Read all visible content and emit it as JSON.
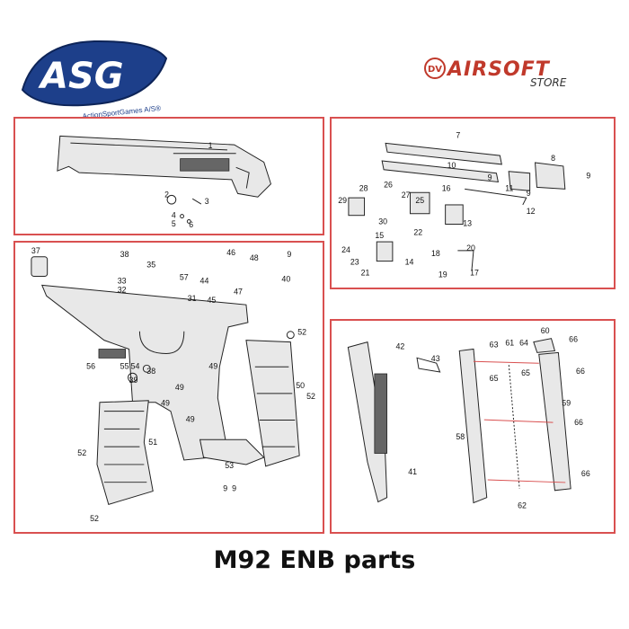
{
  "brand_left": {
    "logo_text": "ASG",
    "tagline": "ActionSportGames A/S®"
  },
  "brand_right": {
    "logo_text": "AIRSOFT",
    "logo_subtext": "STORE",
    "badge": "DV"
  },
  "caption": "M92 ENB parts",
  "panels": {
    "slide": {
      "labels": [
        "1",
        "2",
        "3",
        "4",
        "5",
        "6"
      ]
    },
    "frame": {
      "labels": [
        "37",
        "38",
        "35",
        "33",
        "32",
        "57",
        "44",
        "45",
        "31",
        "46",
        "48",
        "47",
        "9",
        "40",
        "52",
        "56",
        "55",
        "54",
        "38",
        "39",
        "49",
        "49",
        "49",
        "49",
        "50",
        "52",
        "51",
        "52",
        "53",
        "9",
        "9",
        "52"
      ]
    },
    "barrel": {
      "labels": [
        "7",
        "8",
        "9",
        "10",
        "9",
        "11",
        "9",
        "12",
        "28",
        "26",
        "27",
        "25",
        "16",
        "29",
        "30",
        "22",
        "13",
        "15",
        "24",
        "23",
        "21",
        "14",
        "18",
        "20",
        "19",
        "17"
      ]
    },
    "magazine": {
      "labels": [
        "42",
        "43",
        "63",
        "61",
        "64",
        "60",
        "66",
        "65",
        "65",
        "66",
        "59",
        "66",
        "58",
        "62",
        "66",
        "41"
      ]
    }
  },
  "colors": {
    "panel_border": "#d95050",
    "asg_blue": "#1d3f8a",
    "airsoft_red": "#c0392b"
  }
}
